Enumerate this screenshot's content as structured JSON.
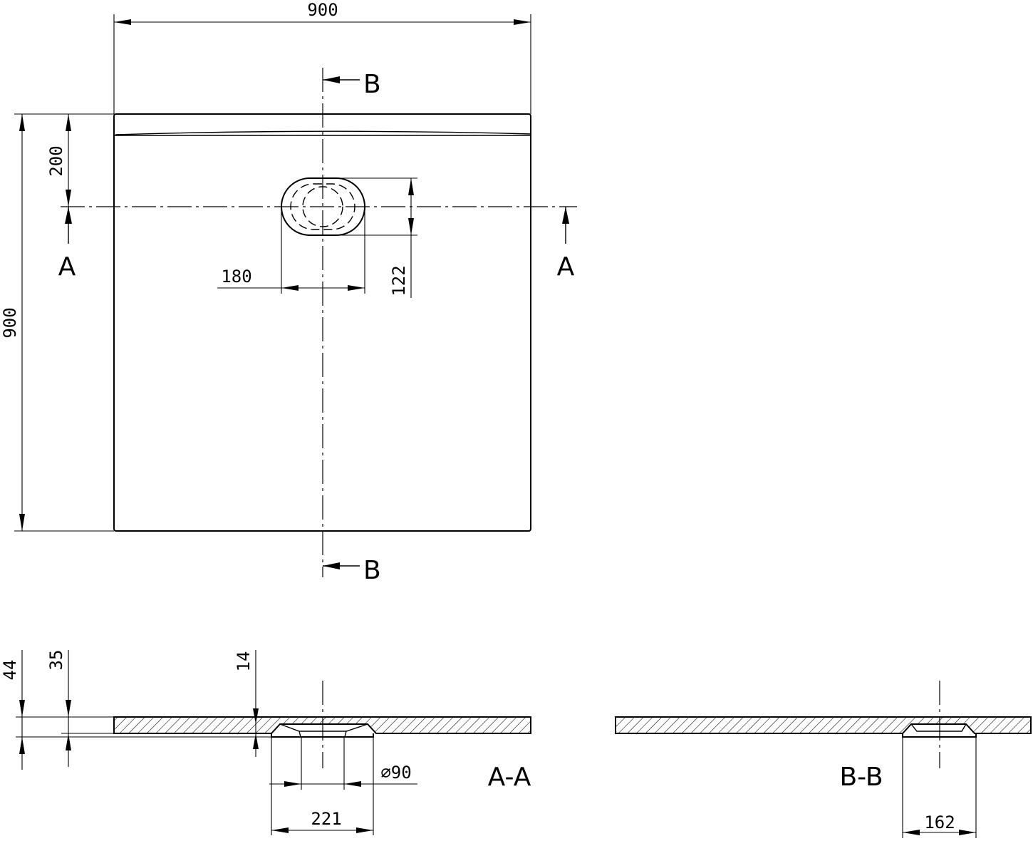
{
  "plan_view": {
    "width_dimension": "900",
    "height_dimension": "900",
    "drain_offset_dimension": "200",
    "drain_width_dimension": "180",
    "drain_height_dimension": "122",
    "section_a_label": "A",
    "section_b_label": "B"
  },
  "section_a": {
    "title": "A-A",
    "total_height_dimension": "44",
    "tray_height_dimension": "35",
    "drain_depth_dimension": "14",
    "outlet_diameter_dimension": "⌀90",
    "drain_housing_width_dimension": "221"
  },
  "section_b": {
    "title": "B-B",
    "drain_housing_width_dimension": "162"
  }
}
